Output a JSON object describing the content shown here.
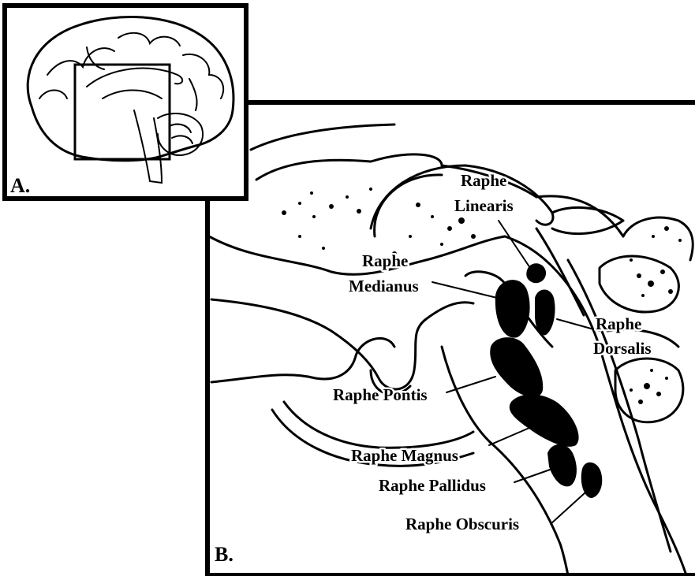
{
  "panels": {
    "a_label": "A.",
    "b_label": "B."
  },
  "labels": {
    "raphe_linearis_1": "Raphe",
    "raphe_linearis_2": "Linearis",
    "raphe_medianus_1": "Raphe",
    "raphe_medianus_2": "Medianus",
    "raphe_dorsalis_1": "Raphe",
    "raphe_dorsalis_2": "Dorsalis",
    "raphe_pontis": "Raphe Pontis",
    "raphe_magnus": "Raphe Magnus",
    "raphe_pallidus": "Raphe Pallidus",
    "raphe_obscuris": "Raphe Obscuris"
  },
  "colors": {
    "ink": "#000000",
    "paper": "#ffffff"
  }
}
